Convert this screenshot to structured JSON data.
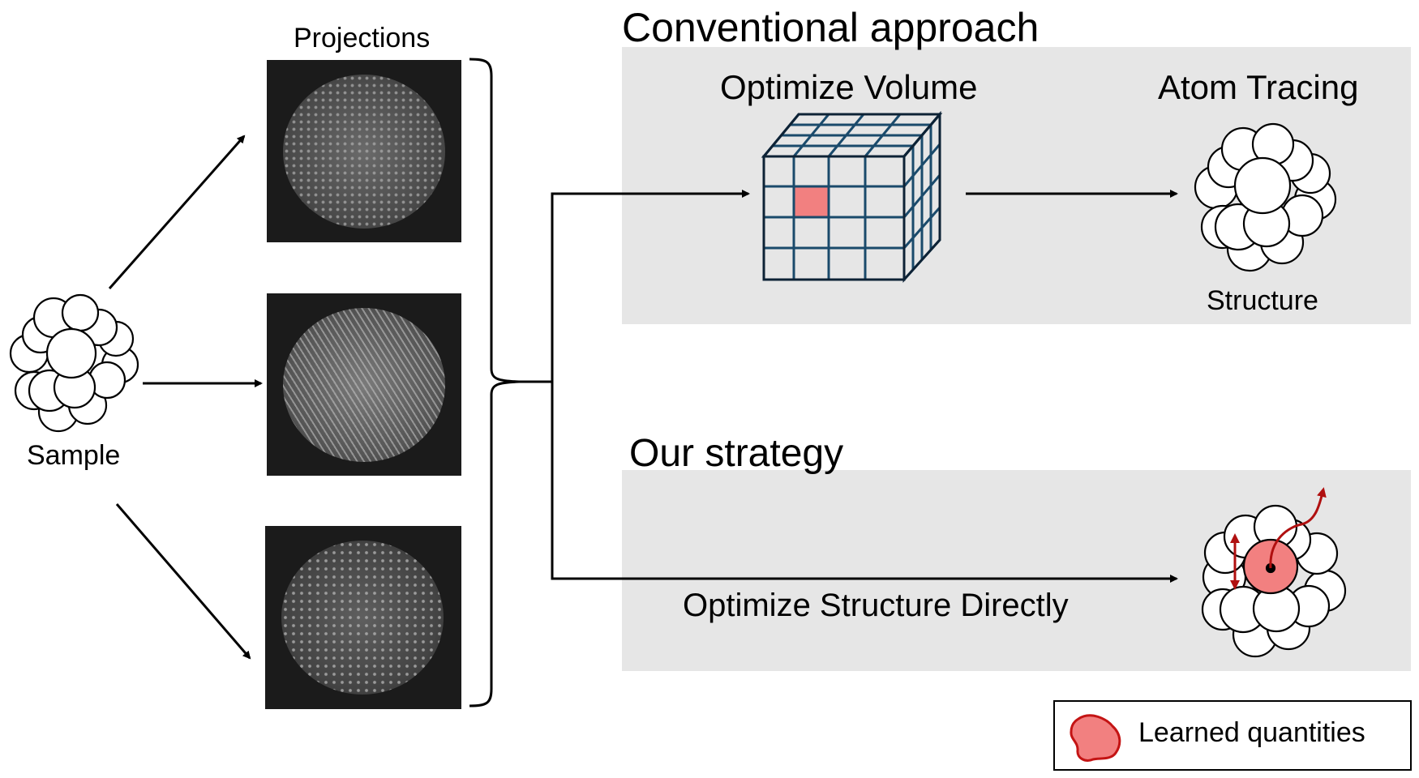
{
  "projections_label": "Projections",
  "sample_label": "Sample",
  "conventional": {
    "title": "Conventional approach",
    "step1": "Optimize Volume",
    "step2": "Atom Tracing",
    "result": "Structure"
  },
  "ours": {
    "title": "Our strategy",
    "step": "Optimize Structure Directly"
  },
  "legend": {
    "label": "Learned quantities"
  },
  "colors": {
    "panel": "#e6e6e6",
    "grid_line": "#1a4a6b",
    "learned_fill": "#f28080",
    "learned_outline": "#c41414",
    "arrow": "#000000"
  }
}
